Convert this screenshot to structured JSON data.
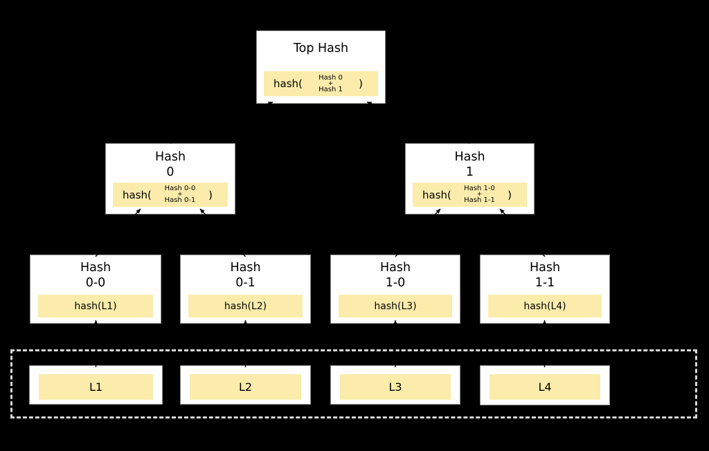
{
  "diagram": {
    "kind": "merkle-hash-tree"
  },
  "colors": {
    "background": "#000000",
    "node_fill": "#ffffff",
    "node_border": "#8a8a8a",
    "highlight_fill": "#fbecac",
    "dashed_border": "#d8d8d8",
    "arrow": "#000000",
    "text": "#000000"
  },
  "root": {
    "title": "Top Hash",
    "open": "hash(",
    "arg1": "Hash 0",
    "plus": "+",
    "arg2": "Hash 1",
    "close": ")"
  },
  "parents": [
    {
      "line1": "Hash",
      "line2": "0",
      "open": "hash(",
      "arg1": "Hash 0-0",
      "plus": "+",
      "arg2": "Hash 0-1",
      "close": ")"
    },
    {
      "line1": "Hash",
      "line2": "1",
      "open": "hash(",
      "arg1": "Hash 1-0",
      "plus": "+",
      "arg2": "Hash 1-1",
      "close": ")"
    }
  ],
  "leaves": [
    {
      "line1": "Hash",
      "line2": "0-0",
      "formula": "hash(L1)"
    },
    {
      "line1": "Hash",
      "line2": "0-1",
      "formula": "hash(L2)"
    },
    {
      "line1": "Hash",
      "line2": "1-0",
      "formula": "hash(L3)"
    },
    {
      "line1": "Hash",
      "line2": "1-1",
      "formula": "hash(L4)"
    }
  ],
  "blocks": [
    {
      "label": "L1"
    },
    {
      "label": "L2"
    },
    {
      "label": "L3"
    },
    {
      "label": "L4"
    }
  ]
}
